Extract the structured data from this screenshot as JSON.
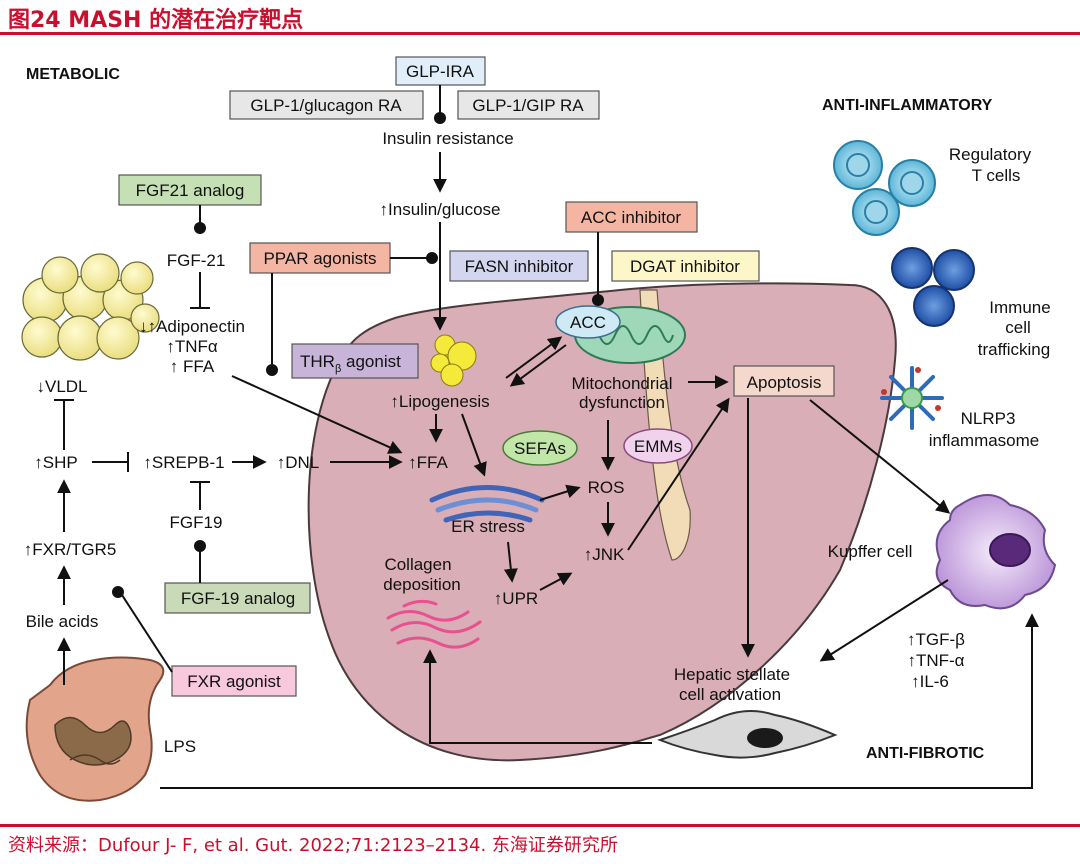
{
  "header": {
    "title": "图24 MASH 的潜在治疗靶点"
  },
  "footer": {
    "source": "资料来源：Dufour J- F, et al. Gut. 2022;71:2123–2134. 东海证券研究所"
  },
  "sections": {
    "metabolic": "METABOLIC",
    "anti_inflammatory": "ANTI-INFLAMMATORY",
    "anti_fibrotic": "ANTI-FIBROTIC"
  },
  "drugs": {
    "glp_ira": "GLP-IRA",
    "glp1_glucagon": "GLP-1/glucagon RA",
    "glp1_gip": "GLP-1/GIP RA",
    "fgf21_analog": "FGF21 analog",
    "ppar": "PPAR agonists",
    "fasn": "FASN inhibitor",
    "acc_inhibitor": "ACC inhibitor",
    "dgat": "DGAT inhibitor",
    "thr_main": "THR",
    "thr_sub": "β",
    "thr_rest": " agonist",
    "fgf19_analog": "FGF-19 analog",
    "fxr_agonist": "FXR agonist"
  },
  "labels": {
    "insulin_resistance": "Insulin resistance",
    "insulin_glucose": "↑Insulin/glucose",
    "fgf21": "FGF-21",
    "adiponectin": "↓↑Adiponectin",
    "tnfa_up": "↑TNFα",
    "ffa_up_left": "↑ FFA",
    "vldl": "↓VLDL",
    "shp": "↑SHP",
    "srebp1": "↑SREPB-1",
    "dnl": "↑DNL",
    "fgf19": "FGF19",
    "fxr_tgr5": "↑FXR/TGR5",
    "bile_acids": "Bile acids",
    "lps": "LPS",
    "acc": "ACC",
    "lipogenesis": "↑Lipogenesis",
    "ffa_liver": "↑FFA",
    "mito_1": "Mitochondrial",
    "mito_2": "dysfunction",
    "apoptosis": "Apoptosis",
    "sefas": "SEFAs",
    "emms": "EMMs",
    "ros": "ROS",
    "er_stress": "ER stress",
    "jnk": "↑JNK",
    "upr": "↑UPR",
    "collagen_1": "Collagen",
    "collagen_2": "deposition",
    "hsc_1": "Hepatic stellate",
    "hsc_2": "cell activation",
    "kupffer": "Kupffer cell",
    "tgfb": "↑TGF-β",
    "tnf_alpha": "↑TNF-α",
    "il6": "↑IL-6",
    "treg_1": "Regulatory",
    "treg_2": "T cells",
    "immune_1": "Immune",
    "immune_2": "cell",
    "immune_3": "trafficking",
    "nlrp3_1": "NLRP3",
    "nlrp3_2": "inflammasome"
  },
  "colors": {
    "brand_red": "#c8102e",
    "liver": "#d9aeb6",
    "green_box": "#c5e0b4",
    "salmon_box": "#f4b6a3",
    "lavender_box": "#d4d5ee",
    "yellow_box": "#fdf6c9",
    "purple_box": "#c9b4d9",
    "grey_box": "#e7e7e7",
    "blue_box": "#dfeef8",
    "pink_box": "#f8c8dc",
    "fgf19_box": "#c9dab9"
  }
}
